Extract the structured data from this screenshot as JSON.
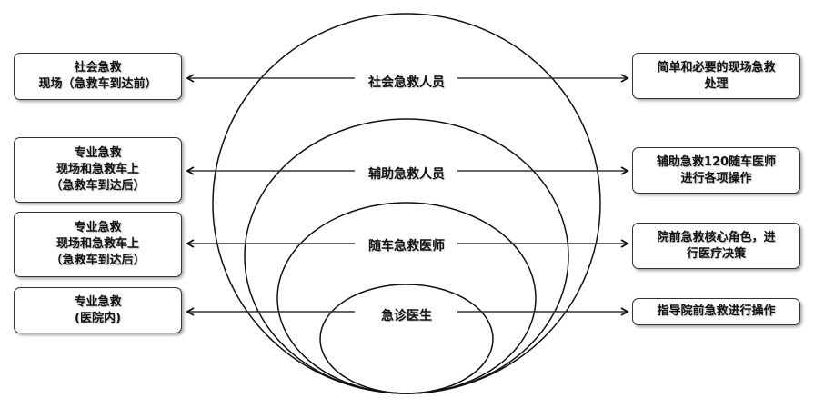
{
  "levels": [
    {
      "label": "社会急救人员",
      "left": [
        "社会急救",
        "现场（急救车到达前）"
      ],
      "right": [
        "简单和必要的现场急救",
        "处理"
      ]
    },
    {
      "label": "辅助急救人员",
      "left": [
        "专业急救",
        "现场和急救车上",
        "（急救车到达后）"
      ],
      "right": [
        "辅助急救120随车医师",
        "进行各项操作"
      ]
    },
    {
      "label": "随车急救医师",
      "left": [
        "专业急救",
        "现场和急救车上",
        "（急救车到达后）"
      ],
      "right": [
        "院前急救核心角色，进",
        "行医疗决策"
      ]
    },
    {
      "label": "急诊医生",
      "left": [
        "专业急救",
        "(医院内)"
      ],
      "right": [
        "指导院前急救进行操作"
      ]
    }
  ]
}
